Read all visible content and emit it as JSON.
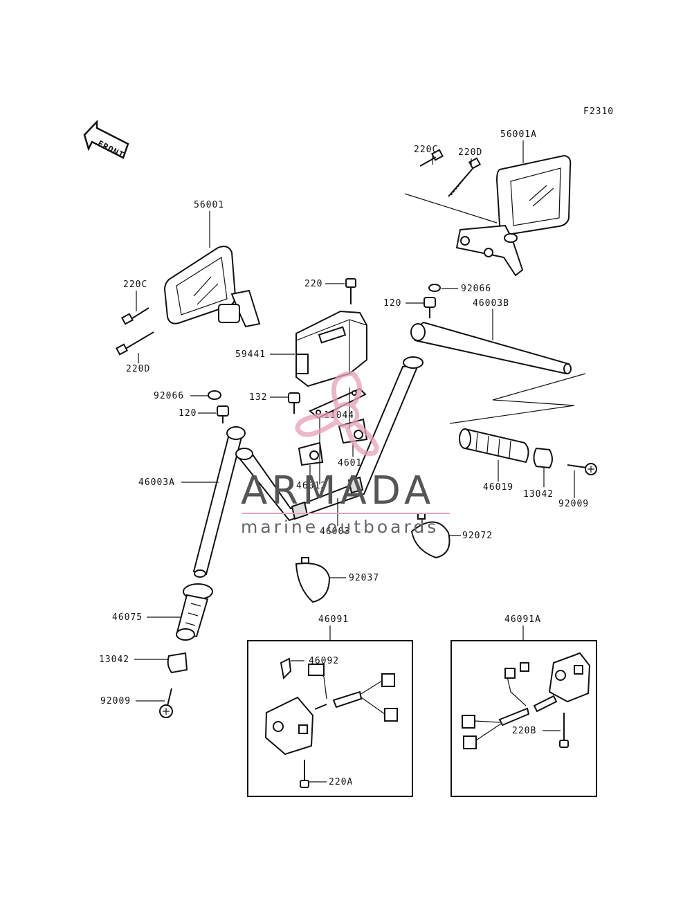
{
  "figure_code": "F2310",
  "front_label": "FRONT",
  "watermark": {
    "brand": "ARMADA",
    "tagline": "marine outboards",
    "accent": "#e8a0b8"
  },
  "parts": [
    {
      "key": "p56001A",
      "label": "56001A"
    },
    {
      "key": "p220C_top",
      "label": "220C"
    },
    {
      "key": "p220D_top",
      "label": "220D"
    },
    {
      "key": "p56001",
      "label": "56001"
    },
    {
      "key": "p220C_left",
      "label": "220C"
    },
    {
      "key": "p220D_left",
      "label": "220D"
    },
    {
      "key": "p220_cover",
      "label": "220"
    },
    {
      "key": "p92066_right",
      "label": "92066"
    },
    {
      "key": "p120_right",
      "label": "120"
    },
    {
      "key": "p46003B",
      "label": "46003B"
    },
    {
      "key": "p59441",
      "label": "59441"
    },
    {
      "key": "p92066_left",
      "label": "92066"
    },
    {
      "key": "p132",
      "label": "132"
    },
    {
      "key": "p11044",
      "label": "11044"
    },
    {
      "key": "p120_left",
      "label": "120"
    },
    {
      "key": "p46012_a",
      "label": "46012"
    },
    {
      "key": "p46012_b",
      "label": "46012"
    },
    {
      "key": "p46003A",
      "label": "46003A"
    },
    {
      "key": "p46003",
      "label": "46003"
    },
    {
      "key": "p46019",
      "label": "46019"
    },
    {
      "key": "p13042_right",
      "label": "13042"
    },
    {
      "key": "p92009_right",
      "label": "92009"
    },
    {
      "key": "p92072",
      "label": "92072"
    },
    {
      "key": "p92037",
      "label": "92037"
    },
    {
      "key": "p46075",
      "label": "46075"
    },
    {
      "key": "p13042_left",
      "label": "13042"
    },
    {
      "key": "p92009_left",
      "label": "92009"
    },
    {
      "key": "p46091",
      "label": "46091"
    },
    {
      "key": "p46092",
      "label": "46092"
    },
    {
      "key": "p220A",
      "label": "220A"
    },
    {
      "key": "p46091A",
      "label": "46091A"
    },
    {
      "key": "p220B",
      "label": "220B"
    }
  ]
}
